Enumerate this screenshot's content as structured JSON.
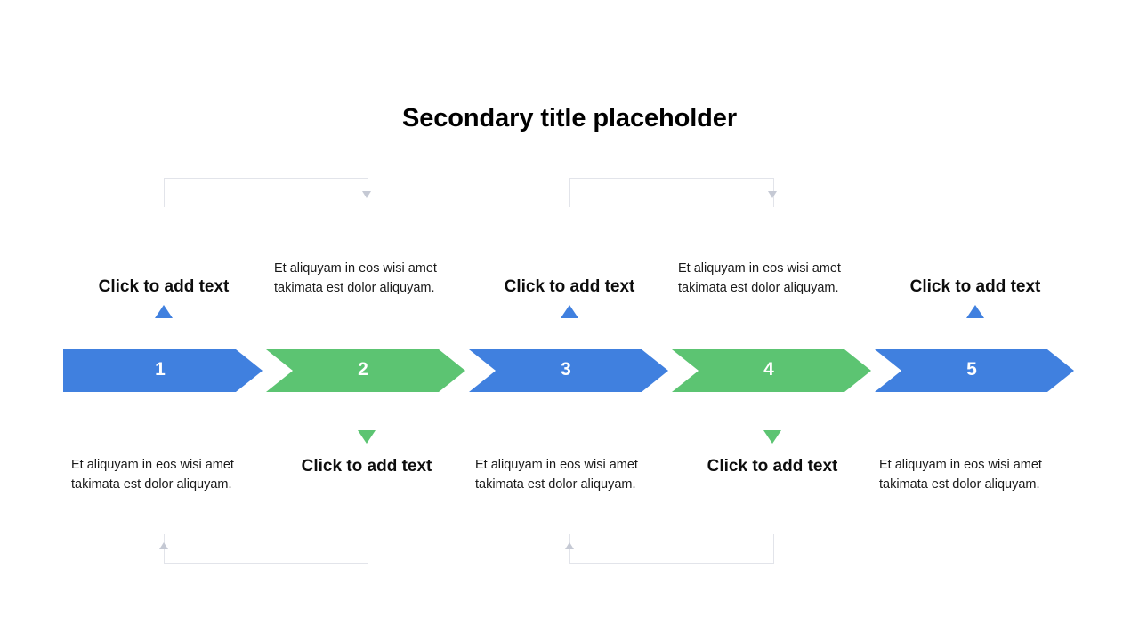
{
  "slide": {
    "title": "Secondary title placeholder",
    "background_color": "#ffffff"
  },
  "colors": {
    "blue": "#4080df",
    "green": "#5cc472",
    "connector_line": "#e2e4ea",
    "connector_arrow": "#c5c9d4",
    "title_text": "#000000",
    "body_text": "#1a1a1a",
    "chevron_label": "#ffffff"
  },
  "chevrons": [
    {
      "number": "1",
      "color": "#4080df"
    },
    {
      "number": "2",
      "color": "#5cc472"
    },
    {
      "number": "3",
      "color": "#4080df"
    },
    {
      "number": "4",
      "color": "#5cc472"
    },
    {
      "number": "5",
      "color": "#4080df"
    }
  ],
  "top_row": [
    {
      "kind": "cta",
      "text": "Click to add text"
    },
    {
      "kind": "body",
      "text": "Et aliquyam in eos wisi amet takimata est dolor aliquyam."
    },
    {
      "kind": "cta",
      "text": "Click to add text"
    },
    {
      "kind": "body",
      "text": "Et aliquyam in eos wisi amet takimata est dolor aliquyam."
    },
    {
      "kind": "cta",
      "text": "Click to add text"
    }
  ],
  "bottom_row": [
    {
      "kind": "body",
      "text": "Et aliquyam in eos wisi amet takimata est dolor aliquyam."
    },
    {
      "kind": "cta",
      "text": "Click to add text"
    },
    {
      "kind": "body",
      "text": "Et aliquyam in eos wisi amet takimata est dolor aliquyam."
    },
    {
      "kind": "cta",
      "text": "Click to add text"
    },
    {
      "kind": "body",
      "text": "Et aliquyam in eos wisi amet takimata est dolor aliquyam."
    }
  ],
  "markers": {
    "up_triangle_color": "#4080df",
    "down_triangle_color": "#5cc472"
  }
}
